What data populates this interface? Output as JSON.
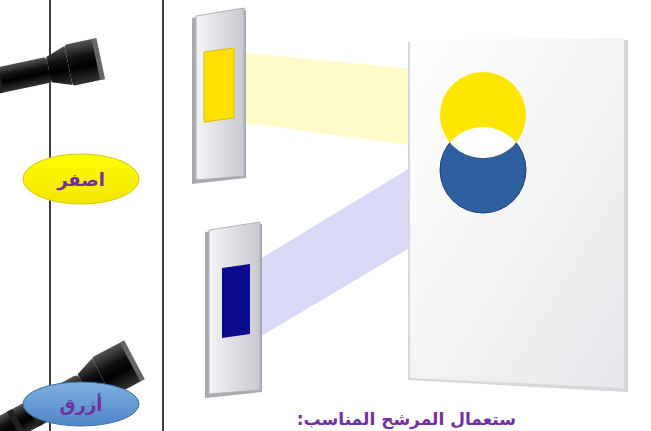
{
  "diagram": {
    "nodes": [
      {
        "text": [
          "اصفر"
        ]
      },
      {
        "text": [
          "أزرق"
        ]
      }
    ],
    "labels": [
      "ستعمال المرشح المناسب:"
    ]
  }
}
